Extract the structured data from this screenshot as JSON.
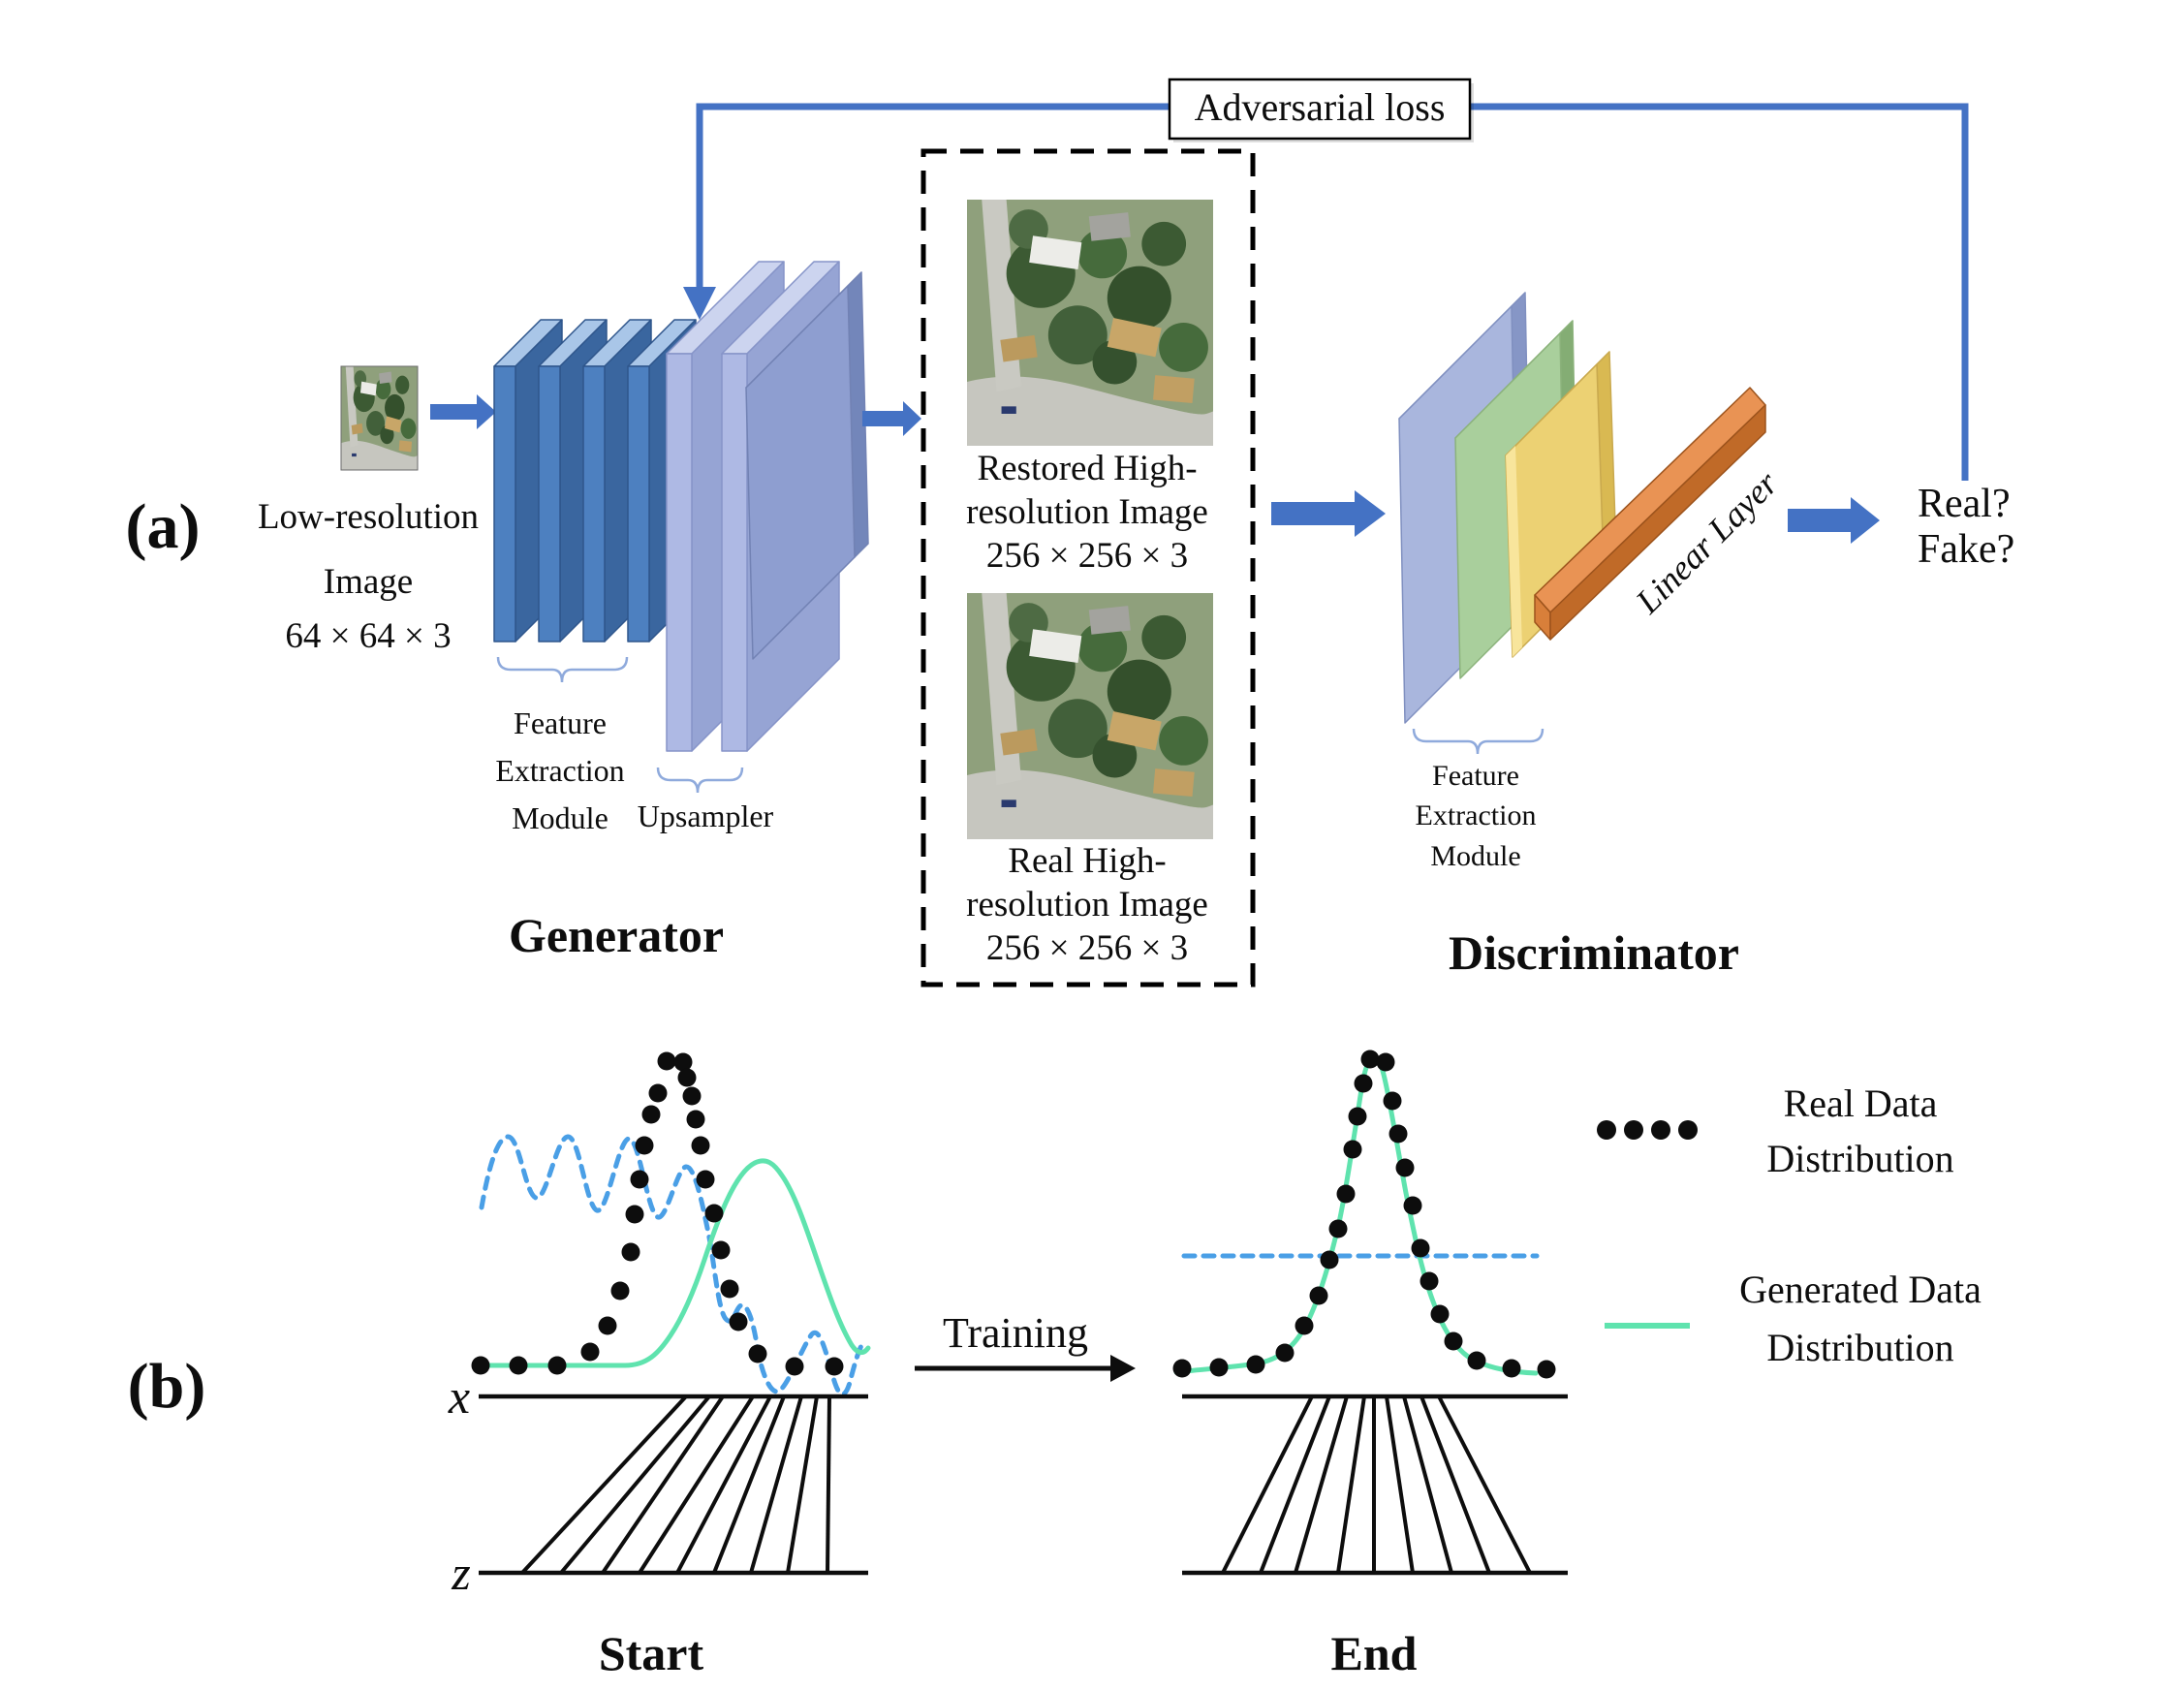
{
  "colors": {
    "arrow_blue": "#4472C4",
    "dashed_curve_blue": "#4A9FE6",
    "generated_green": "#5FE3AE",
    "real_red": "#E23B2E",
    "fake_green": "#3FA65B",
    "gen_slab_front": "#4D80C0",
    "upsampler_slab_front": "#AEB9E4",
    "disc_blue_front": "#A9B6DD",
    "disc_green_front": "#A9CF9C",
    "disc_yellow_front": "#ECD173",
    "linear_layer_orange": "#C06A28",
    "dot_black": "#0D0D0D"
  },
  "panel_a": {
    "label": "(a)",
    "adversarial_loss": "Adversarial loss",
    "low_res_caption": [
      "Low-resolution",
      "Image",
      "64 × 64 × 3"
    ],
    "generator_fem": [
      "Feature",
      "Extraction",
      "Module"
    ],
    "upsampler": "Upsampler",
    "generator_title": "Generator",
    "restored_caption": [
      "Restored High-",
      "resolution Image",
      "256 × 256 × 3"
    ],
    "real_caption": [
      "Real High-",
      "resolution Image",
      "256 × 256 × 3"
    ],
    "discriminator_fem": [
      "Feature",
      "Extraction",
      "Module"
    ],
    "linear_layer": "Linear Layer",
    "discriminator_title": "Discriminator",
    "real_question": "Real?",
    "fake_question": "Fake?"
  },
  "panel_b": {
    "label": "(b)",
    "x_axis_label": "x",
    "z_axis_label": "z",
    "training_label": "Training",
    "start_label": "Start",
    "end_label": "End",
    "legend": {
      "real": [
        "Real Data",
        "Distribution"
      ],
      "generated": [
        "Generated Data",
        "Distribution"
      ]
    },
    "start_dots": [
      [
        496,
        1409
      ],
      [
        535,
        1409
      ],
      [
        575,
        1409
      ],
      [
        609,
        1395
      ],
      [
        627,
        1368
      ],
      [
        640,
        1332
      ],
      [
        651,
        1292
      ],
      [
        655,
        1253
      ],
      [
        660,
        1217
      ],
      [
        665,
        1182
      ],
      [
        672,
        1150
      ],
      [
        679,
        1128
      ],
      [
        688,
        1095
      ],
      [
        705,
        1096
      ],
      [
        709,
        1112
      ],
      [
        714,
        1131
      ],
      [
        718,
        1155
      ],
      [
        723,
        1182
      ],
      [
        728,
        1217
      ],
      [
        737,
        1252
      ],
      [
        744,
        1290
      ],
      [
        753,
        1330
      ],
      [
        762,
        1364
      ],
      [
        782,
        1397
      ],
      [
        820,
        1410
      ],
      [
        861,
        1410
      ]
    ],
    "end_dots": [
      [
        1220,
        1412
      ],
      [
        1258,
        1411
      ],
      [
        1296,
        1408
      ],
      [
        1326,
        1396
      ],
      [
        1346,
        1368
      ],
      [
        1361,
        1337
      ],
      [
        1372,
        1300
      ],
      [
        1381,
        1268
      ],
      [
        1389,
        1232
      ],
      [
        1396,
        1186
      ],
      [
        1401,
        1152
      ],
      [
        1407,
        1118
      ],
      [
        1414,
        1093
      ],
      [
        1430,
        1096
      ],
      [
        1437,
        1136
      ],
      [
        1443,
        1170
      ],
      [
        1450,
        1205
      ],
      [
        1458,
        1244
      ],
      [
        1466,
        1288
      ],
      [
        1475,
        1322
      ],
      [
        1486,
        1356
      ],
      [
        1500,
        1384
      ],
      [
        1524,
        1404
      ],
      [
        1560,
        1412
      ],
      [
        1596,
        1413
      ]
    ],
    "legend_dots": [
      [
        1658,
        1166
      ],
      [
        1686,
        1166
      ],
      [
        1714,
        1166
      ],
      [
        1742,
        1166
      ]
    ],
    "start_fan": [
      [
        539,
        1623,
        708,
        1441
      ],
      [
        579,
        1623,
        732,
        1441
      ],
      [
        622,
        1623,
        746,
        1441
      ],
      [
        660,
        1623,
        777,
        1441
      ],
      [
        699,
        1623,
        795,
        1441
      ],
      [
        737,
        1623,
        809,
        1441
      ],
      [
        775,
        1623,
        827,
        1441
      ],
      [
        813,
        1623,
        843,
        1441
      ],
      [
        854,
        1623,
        856,
        1441
      ]
    ],
    "end_fan": [
      [
        1262,
        1623,
        1354,
        1441
      ],
      [
        1301,
        1623,
        1372,
        1441
      ],
      [
        1337,
        1623,
        1390,
        1441
      ],
      [
        1381,
        1623,
        1408,
        1441
      ],
      [
        1418,
        1623,
        1418,
        1441
      ],
      [
        1458,
        1623,
        1431,
        1441
      ],
      [
        1498,
        1623,
        1449,
        1441
      ],
      [
        1537,
        1623,
        1467,
        1441
      ],
      [
        1579,
        1623,
        1485,
        1441
      ]
    ]
  }
}
